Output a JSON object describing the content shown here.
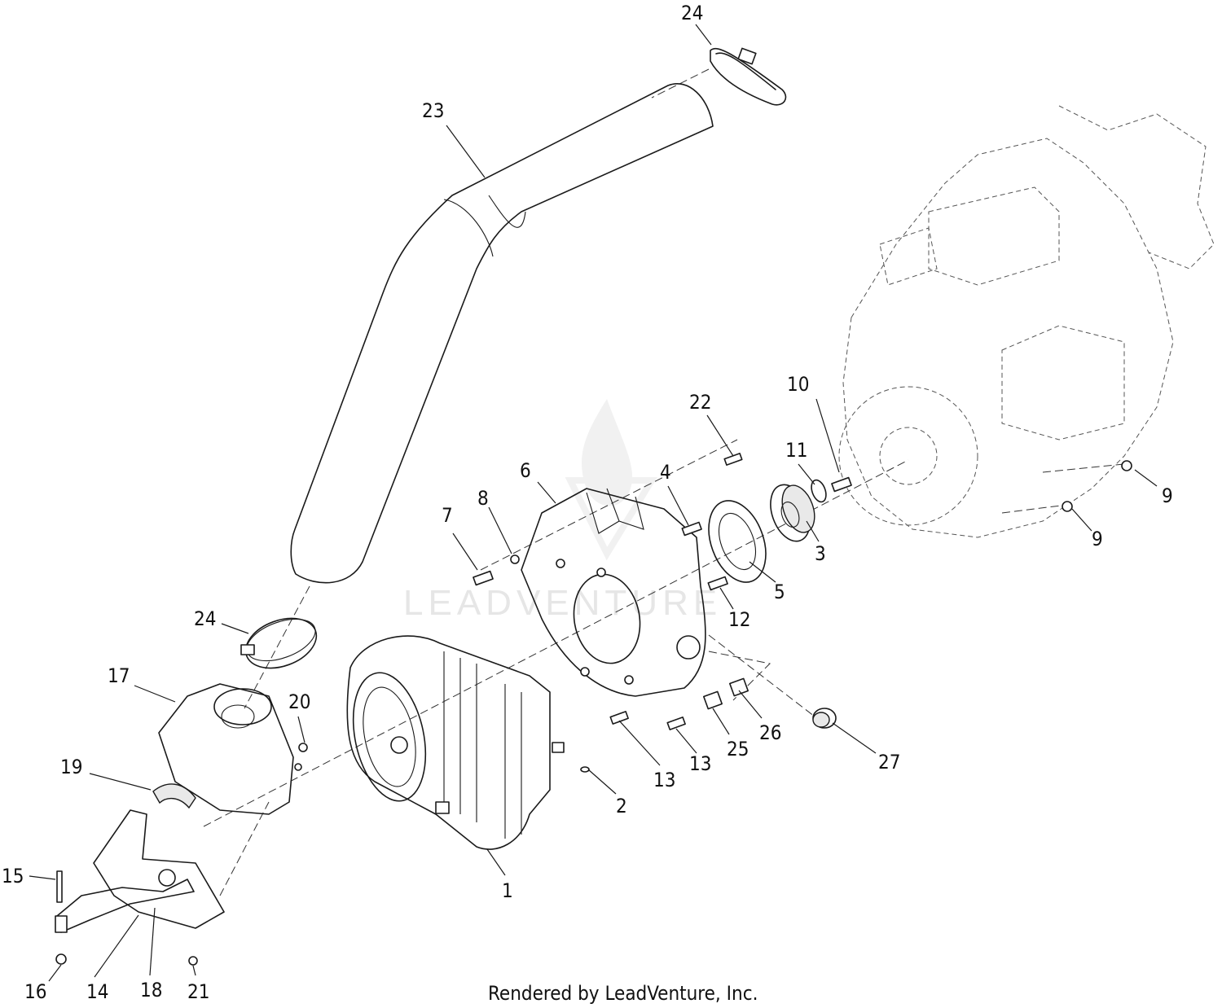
{
  "callouts": {
    "c1": "1",
    "c2": "2",
    "c3": "3",
    "c4": "4",
    "c5": "5",
    "c6": "6",
    "c7": "7",
    "c8": "8",
    "c9a": "9",
    "c9b": "9",
    "c10": "10",
    "c11": "11",
    "c12": "12",
    "c13a": "13",
    "c13b": "13",
    "c14": "14",
    "c15": "15",
    "c16": "16",
    "c17": "17",
    "c18": "18",
    "c19": "19",
    "c20": "20",
    "c21": "21",
    "c22": "22",
    "c23": "23",
    "c24a": "24",
    "c24b": "24",
    "c25": "25",
    "c26": "26",
    "c27": "27"
  },
  "watermark": "LEADVENTURE",
  "footer": "Rendered by LeadVenture, Inc."
}
